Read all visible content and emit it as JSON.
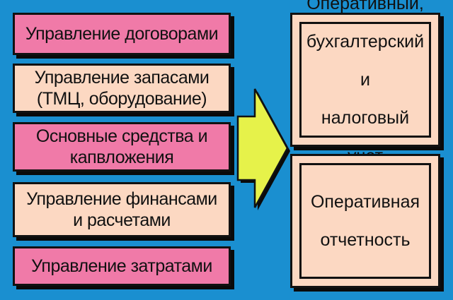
{
  "left_boxes": [
    {
      "lines": [
        "Управление договорами"
      ],
      "fill": "#f07aa8"
    },
    {
      "lines": [
        "Управление запасами",
        "(ТМЦ, оборудование)"
      ],
      "fill": "#fcd8c2"
    },
    {
      "lines": [
        "Основные средства и",
        "капвложения"
      ],
      "fill": "#f07aa8"
    },
    {
      "lines": [
        "Управление финансами",
        "и расчетами"
      ],
      "fill": "#fcd8c2"
    },
    {
      "lines": [
        "Управление затратами"
      ],
      "fill": "#f07aa8"
    }
  ],
  "right_boxes": [
    {
      "lines": [
        "Оперативный,",
        "бухгалтерский",
        "и",
        "налоговый",
        "учет"
      ]
    },
    {
      "lines": [
        "Оперативная",
        "отчетность"
      ]
    }
  ],
  "colors": {
    "background": "#1a8fd0",
    "pink": "#f07aa8",
    "peach": "#fcd8c2",
    "arrow": "#e6f24a",
    "outline": "#111111"
  }
}
